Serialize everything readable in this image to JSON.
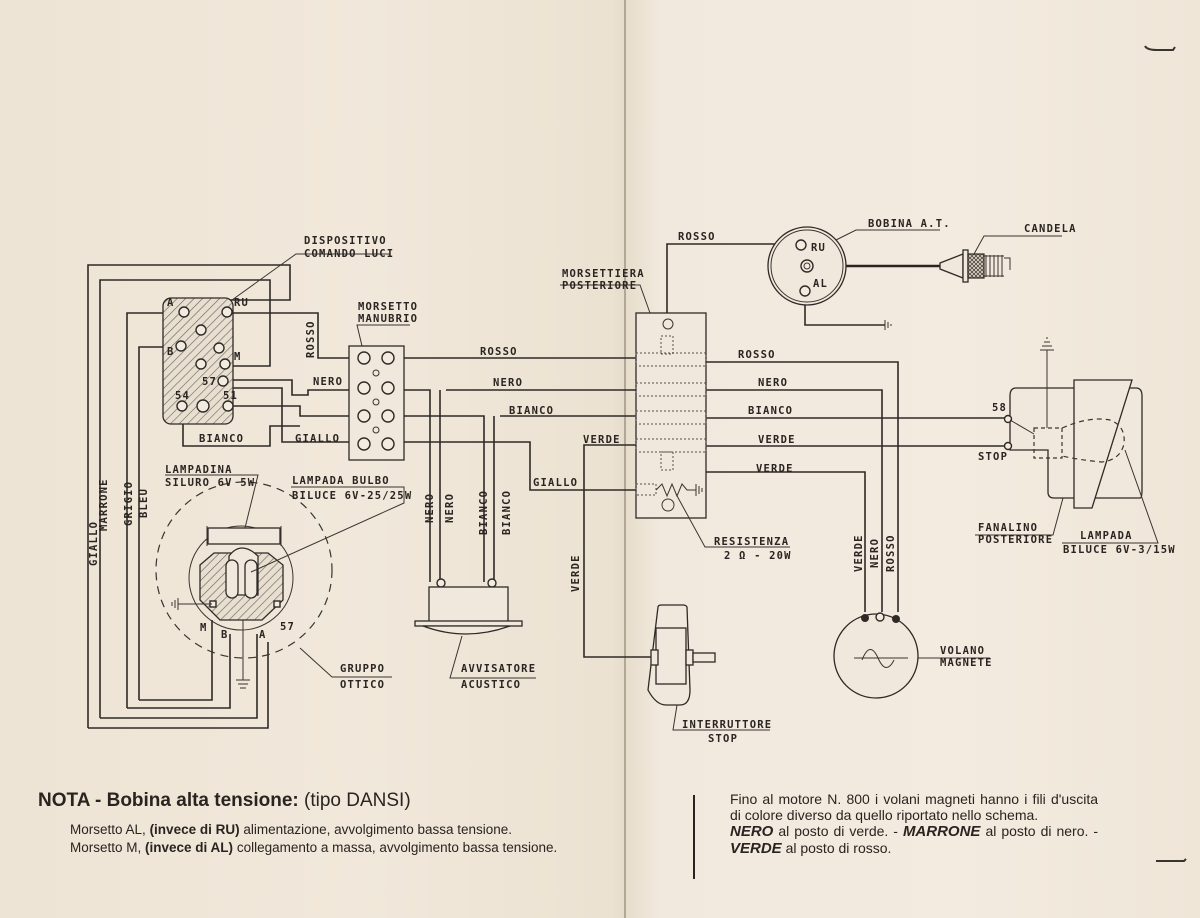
{
  "labels": {
    "dispositivo": [
      "DISPOSITIVO",
      "COMANDO LUCI"
    ],
    "morsetto_manubrio": [
      "MORSETTO",
      "MANUBRIO"
    ],
    "morsettiera": [
      "MORSETTIERA",
      "POSTERIORE"
    ],
    "bobina": "BOBINA A.T.",
    "candela": "CANDELA",
    "lampadina": [
      "LAMPADINA",
      "SILURO 6V 5W"
    ],
    "lampada_bulbo": [
      "LAMPADA BULBO",
      "BILUCE 6V-25/25W"
    ],
    "gruppo_ottico": [
      "GRUPPO",
      "OTTICO"
    ],
    "avvisatore": [
      "AVVISATORE",
      "ACUSTICO"
    ],
    "resistenza": [
      "RESISTENZA",
      "2 Ω - 20W"
    ],
    "interruttore": [
      "INTERRUTTORE",
      "STOP"
    ],
    "volano": [
      "VOLANO",
      "MAGNETE"
    ],
    "fanalino": [
      "FANALINO",
      "POSTERIORE"
    ],
    "lampada_post": [
      "LAMPADA",
      "BILUCE 6V-3/15W"
    ]
  },
  "terminals": {
    "switch": [
      "A",
      "RU",
      "B",
      "M",
      "57",
      "54",
      "51"
    ],
    "bobina": [
      "RU",
      "AL"
    ],
    "gruppo": [
      "M",
      "B",
      "A",
      "57"
    ],
    "fanalino": [
      "58",
      "STOP"
    ]
  },
  "wires": {
    "rosso": "ROSSO",
    "nero": "NERO",
    "bianco": "BIANCO",
    "giallo": "GIALLO",
    "verde": "VERDE",
    "marrone": "MARRONE",
    "grigio": "GRIGIO",
    "bleu": "BLEU"
  },
  "notes": {
    "title_bold": "NOTA - Bobina alta tensione:",
    "title_normal": "(tipo DANSI)",
    "lines": [
      {
        "bold": "Morsetto AL,",
        "mid": "(invece di RU)",
        "rest": "alimentazione, avvolgimento bassa tensione."
      },
      {
        "bold": "Morsetto M,",
        "mid": "(invece di AL)",
        "rest": "collegamento a massa, avvolgimento bassa tensione."
      }
    ],
    "right_para": "Fino al motore N. 800 i volani magneti hanno i fili d'uscita di colore diverso da quello riportato nello schema.",
    "right_swaps": [
      {
        "em": "NERO",
        "text": "al posto di verde. -"
      },
      {
        "em": "MARRONE",
        "text": "al posto di nero. -"
      },
      {
        "em": "VERDE",
        "text": "al posto di rosso."
      }
    ]
  }
}
